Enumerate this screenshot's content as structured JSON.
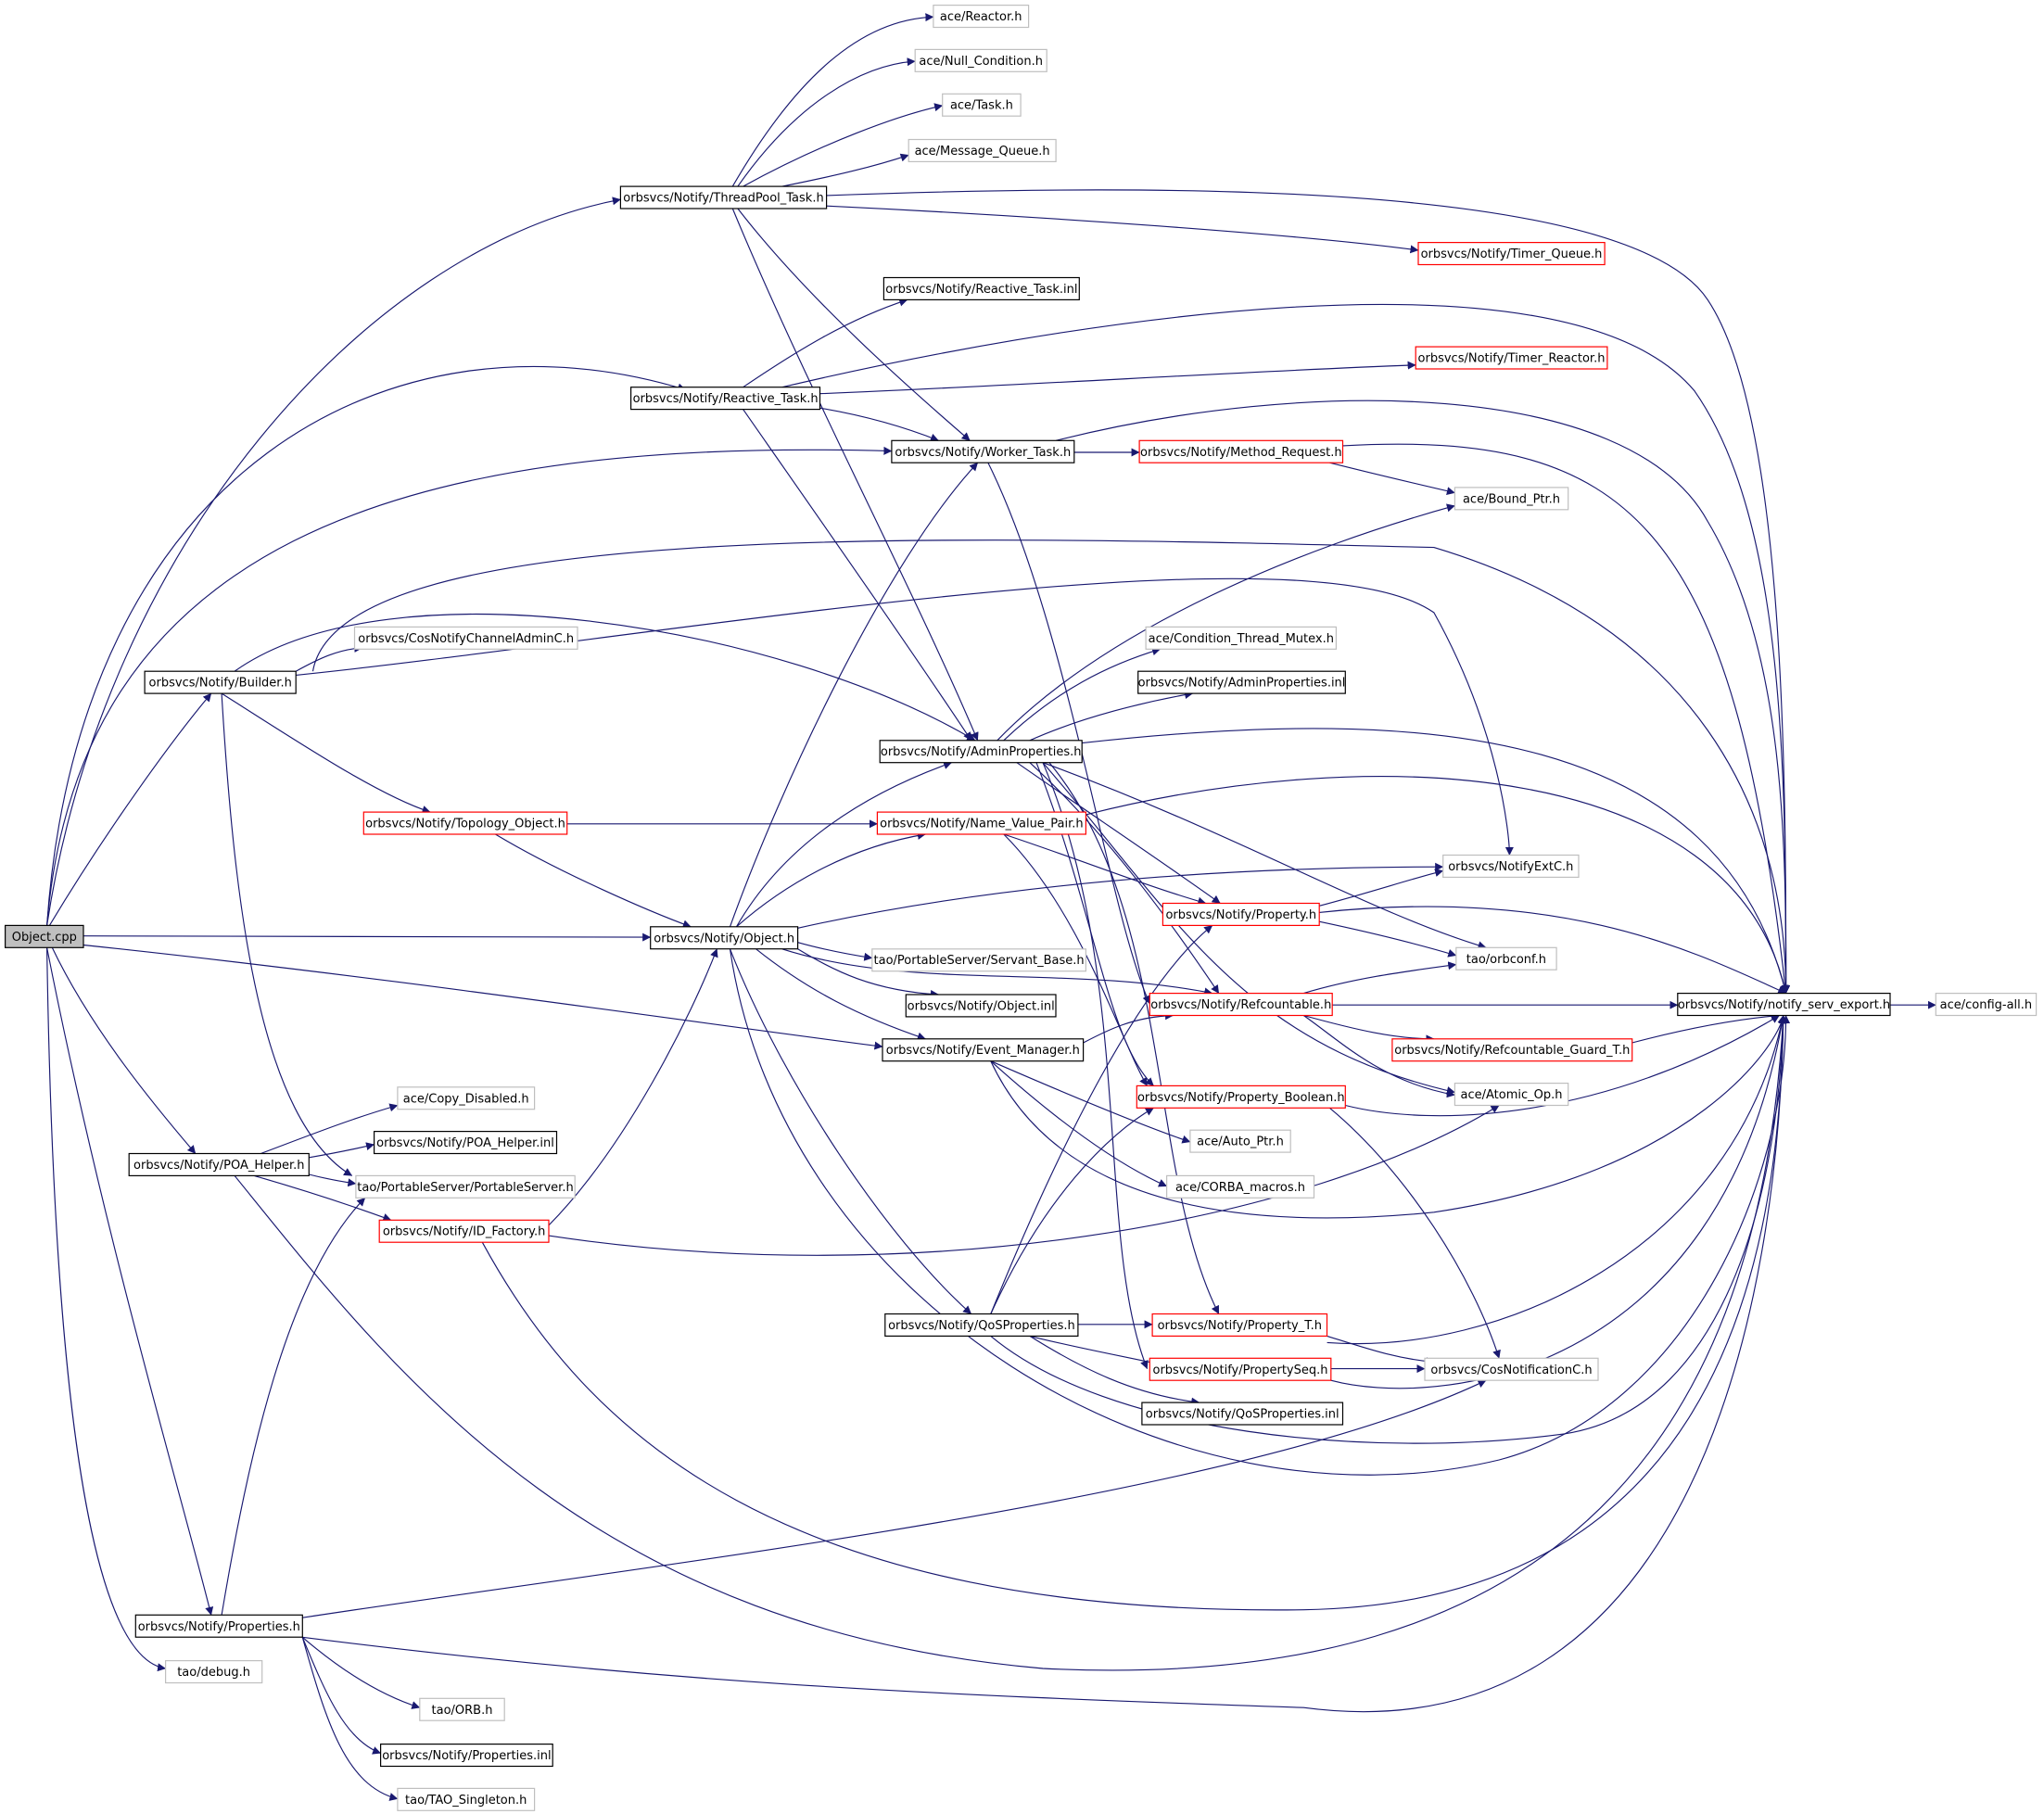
{
  "colors": {
    "edge": "#191970",
    "border_header": "#000000",
    "border_truncated": "#ff0000",
    "border_external": "#bfbfbf",
    "fill_root": "#bfbfbf",
    "fill_node": "#ffffff"
  },
  "nodes": [
    {
      "id": "object_cpp",
      "label": "Object.cpp",
      "kind": "root"
    },
    {
      "id": "threadpool_task_h",
      "label": "orbsvcs/Notify/ThreadPool_Task.h",
      "kind": "header"
    },
    {
      "id": "reactor_h",
      "label": "ace/Reactor.h",
      "kind": "external"
    },
    {
      "id": "null_condition_h",
      "label": "ace/Null_Condition.h",
      "kind": "external"
    },
    {
      "id": "task_h",
      "label": "ace/Task.h",
      "kind": "external"
    },
    {
      "id": "message_queue_h",
      "label": "ace/Message_Queue.h",
      "kind": "external"
    },
    {
      "id": "timer_queue_h",
      "label": "orbsvcs/Notify/Timer_Queue.h",
      "kind": "truncated"
    },
    {
      "id": "reactive_task_inl",
      "label": "orbsvcs/Notify/Reactive_Task.inl",
      "kind": "header"
    },
    {
      "id": "reactive_task_h",
      "label": "orbsvcs/Notify/Reactive_Task.h",
      "kind": "header"
    },
    {
      "id": "timer_reactor_h",
      "label": "orbsvcs/Notify/Timer_Reactor.h",
      "kind": "truncated"
    },
    {
      "id": "worker_task_h",
      "label": "orbsvcs/Notify/Worker_Task.h",
      "kind": "header"
    },
    {
      "id": "method_request_h",
      "label": "orbsvcs/Notify/Method_Request.h",
      "kind": "truncated"
    },
    {
      "id": "bound_ptr_h",
      "label": "ace/Bound_Ptr.h",
      "kind": "external"
    },
    {
      "id": "cosnotifychanneladminc_h",
      "label": "orbsvcs/CosNotifyChannelAdminC.h",
      "kind": "external"
    },
    {
      "id": "builder_h",
      "label": "orbsvcs/Notify/Builder.h",
      "kind": "header"
    },
    {
      "id": "condition_thread_mutex_h",
      "label": "ace/Condition_Thread_Mutex.h",
      "kind": "external"
    },
    {
      "id": "adminproperties_inl",
      "label": "orbsvcs/Notify/AdminProperties.inl",
      "kind": "header"
    },
    {
      "id": "adminproperties_h",
      "label": "orbsvcs/Notify/AdminProperties.h",
      "kind": "header"
    },
    {
      "id": "topology_object_h",
      "label": "orbsvcs/Notify/Topology_Object.h",
      "kind": "truncated"
    },
    {
      "id": "name_value_pair_h",
      "label": "orbsvcs/Notify/Name_Value_Pair.h",
      "kind": "truncated"
    },
    {
      "id": "notifyextc_h",
      "label": "orbsvcs/NotifyExtC.h",
      "kind": "external"
    },
    {
      "id": "property_h",
      "label": "orbsvcs/Notify/Property.h",
      "kind": "truncated"
    },
    {
      "id": "object_h",
      "label": "orbsvcs/Notify/Object.h",
      "kind": "header"
    },
    {
      "id": "servant_base_h",
      "label": "tao/PortableServer/Servant_Base.h",
      "kind": "external"
    },
    {
      "id": "orbconf_h",
      "label": "tao/orbconf.h",
      "kind": "external"
    },
    {
      "id": "object_inl",
      "label": "orbsvcs/Notify/Object.inl",
      "kind": "header"
    },
    {
      "id": "refcountable_h",
      "label": "orbsvcs/Notify/Refcountable.h",
      "kind": "truncated"
    },
    {
      "id": "notify_serv_export_h",
      "label": "orbsvcs/Notify/notify_serv_export.h",
      "kind": "header"
    },
    {
      "id": "config_all_h",
      "label": "ace/config-all.h",
      "kind": "external"
    },
    {
      "id": "event_manager_h",
      "label": "orbsvcs/Notify/Event_Manager.h",
      "kind": "header"
    },
    {
      "id": "refcountable_guard_t_h",
      "label": "orbsvcs/Notify/Refcountable_Guard_T.h",
      "kind": "truncated"
    },
    {
      "id": "copy_disabled_h",
      "label": "ace/Copy_Disabled.h",
      "kind": "external"
    },
    {
      "id": "atomic_op_h",
      "label": "ace/Atomic_Op.h",
      "kind": "external"
    },
    {
      "id": "property_boolean_h",
      "label": "orbsvcs/Notify/Property_Boolean.h",
      "kind": "truncated"
    },
    {
      "id": "poa_helper_inl",
      "label": "orbsvcs/Notify/POA_Helper.inl",
      "kind": "header"
    },
    {
      "id": "auto_ptr_h",
      "label": "ace/Auto_Ptr.h",
      "kind": "external"
    },
    {
      "id": "poa_helper_h",
      "label": "orbsvcs/Notify/POA_Helper.h",
      "kind": "header"
    },
    {
      "id": "portableserver_h",
      "label": "tao/PortableServer/PortableServer.h",
      "kind": "external"
    },
    {
      "id": "corba_macros_h",
      "label": "ace/CORBA_macros.h",
      "kind": "external"
    },
    {
      "id": "id_factory_h",
      "label": "orbsvcs/Notify/ID_Factory.h",
      "kind": "truncated"
    },
    {
      "id": "qosproperties_h",
      "label": "orbsvcs/Notify/QoSProperties.h",
      "kind": "header"
    },
    {
      "id": "property_t_h",
      "label": "orbsvcs/Notify/Property_T.h",
      "kind": "truncated"
    },
    {
      "id": "propertyseq_h",
      "label": "orbsvcs/Notify/PropertySeq.h",
      "kind": "truncated"
    },
    {
      "id": "cosnotificationc_h",
      "label": "orbsvcs/CosNotificationC.h",
      "kind": "external"
    },
    {
      "id": "qosproperties_inl",
      "label": "orbsvcs/Notify/QoSProperties.inl",
      "kind": "header"
    },
    {
      "id": "properties_h",
      "label": "orbsvcs/Notify/Properties.h",
      "kind": "header"
    },
    {
      "id": "debug_h",
      "label": "tao/debug.h",
      "kind": "external"
    },
    {
      "id": "orb_h",
      "label": "tao/ORB.h",
      "kind": "external"
    },
    {
      "id": "properties_inl",
      "label": "orbsvcs/Notify/Properties.inl",
      "kind": "header"
    },
    {
      "id": "tao_singleton_h",
      "label": "tao/TAO_Singleton.h",
      "kind": "external"
    }
  ],
  "edges": [
    {
      "from": "object_cpp",
      "to": "threadpool_task_h"
    },
    {
      "from": "object_cpp",
      "to": "reactive_task_h"
    },
    {
      "from": "object_cpp",
      "to": "worker_task_h"
    },
    {
      "from": "object_cpp",
      "to": "builder_h"
    },
    {
      "from": "object_cpp",
      "to": "object_h"
    },
    {
      "from": "object_cpp",
      "to": "event_manager_h"
    },
    {
      "from": "object_cpp",
      "to": "poa_helper_h"
    },
    {
      "from": "object_cpp",
      "to": "properties_h"
    },
    {
      "from": "object_cpp",
      "to": "debug_h"
    },
    {
      "from": "threadpool_task_h",
      "to": "reactor_h"
    },
    {
      "from": "threadpool_task_h",
      "to": "null_condition_h"
    },
    {
      "from": "threadpool_task_h",
      "to": "task_h"
    },
    {
      "from": "threadpool_task_h",
      "to": "message_queue_h"
    },
    {
      "from": "threadpool_task_h",
      "to": "timer_queue_h"
    },
    {
      "from": "threadpool_task_h",
      "to": "notify_serv_export_h"
    },
    {
      "from": "threadpool_task_h",
      "to": "worker_task_h"
    },
    {
      "from": "threadpool_task_h",
      "to": "adminproperties_h"
    },
    {
      "from": "reactive_task_h",
      "to": "reactive_task_inl"
    },
    {
      "from": "reactive_task_h",
      "to": "timer_reactor_h"
    },
    {
      "from": "reactive_task_h",
      "to": "notify_serv_export_h"
    },
    {
      "from": "reactive_task_h",
      "to": "worker_task_h"
    },
    {
      "from": "reactive_task_h",
      "to": "adminproperties_h"
    },
    {
      "from": "worker_task_h",
      "to": "method_request_h"
    },
    {
      "from": "worker_task_h",
      "to": "notify_serv_export_h"
    },
    {
      "from": "worker_task_h",
      "to": "refcountable_h"
    },
    {
      "from": "method_request_h",
      "to": "bound_ptr_h"
    },
    {
      "from": "method_request_h",
      "to": "notify_serv_export_h"
    },
    {
      "from": "builder_h",
      "to": "cosnotifychanneladminc_h"
    },
    {
      "from": "builder_h",
      "to": "notifyextc_h"
    },
    {
      "from": "builder_h",
      "to": "notify_serv_export_h"
    },
    {
      "from": "builder_h",
      "to": "adminproperties_h"
    },
    {
      "from": "builder_h",
      "to": "topology_object_h"
    },
    {
      "from": "builder_h",
      "to": "portableserver_h"
    },
    {
      "from": "adminproperties_h",
      "to": "condition_thread_mutex_h"
    },
    {
      "from": "adminproperties_h",
      "to": "adminproperties_inl"
    },
    {
      "from": "adminproperties_h",
      "to": "bound_ptr_h"
    },
    {
      "from": "adminproperties_h",
      "to": "notify_serv_export_h"
    },
    {
      "from": "adminproperties_h",
      "to": "property_h"
    },
    {
      "from": "adminproperties_h",
      "to": "orbconf_h"
    },
    {
      "from": "adminproperties_h",
      "to": "refcountable_h"
    },
    {
      "from": "adminproperties_h",
      "to": "atomic_op_h"
    },
    {
      "from": "adminproperties_h",
      "to": "property_boolean_h"
    },
    {
      "from": "adminproperties_h",
      "to": "property_t_h"
    },
    {
      "from": "adminproperties_h",
      "to": "propertyseq_h"
    },
    {
      "from": "topology_object_h",
      "to": "name_value_pair_h"
    },
    {
      "from": "topology_object_h",
      "to": "object_h"
    },
    {
      "from": "name_value_pair_h",
      "to": "property_h"
    },
    {
      "from": "name_value_pair_h",
      "to": "notify_serv_export_h"
    },
    {
      "from": "name_value_pair_h",
      "to": "property_boolean_h"
    },
    {
      "from": "property_h",
      "to": "notifyextc_h"
    },
    {
      "from": "property_h",
      "to": "orbconf_h"
    },
    {
      "from": "property_h",
      "to": "notify_serv_export_h"
    },
    {
      "from": "object_h",
      "to": "worker_task_h"
    },
    {
      "from": "object_h",
      "to": "adminproperties_h"
    },
    {
      "from": "object_h",
      "to": "name_value_pair_h"
    },
    {
      "from": "object_h",
      "to": "notifyextc_h"
    },
    {
      "from": "object_h",
      "to": "servant_base_h"
    },
    {
      "from": "object_h",
      "to": "object_inl"
    },
    {
      "from": "object_h",
      "to": "refcountable_h"
    },
    {
      "from": "object_h",
      "to": "event_manager_h"
    },
    {
      "from": "object_h",
      "to": "qosproperties_h"
    },
    {
      "from": "object_h",
      "to": "notify_serv_export_h"
    },
    {
      "from": "refcountable_h",
      "to": "orbconf_h"
    },
    {
      "from": "refcountable_h",
      "to": "notify_serv_export_h"
    },
    {
      "from": "refcountable_h",
      "to": "refcountable_guard_t_h"
    },
    {
      "from": "refcountable_h",
      "to": "atomic_op_h"
    },
    {
      "from": "refcountable_guard_t_h",
      "to": "notify_serv_export_h"
    },
    {
      "from": "notify_serv_export_h",
      "to": "config_all_h"
    },
    {
      "from": "event_manager_h",
      "to": "refcountable_h"
    },
    {
      "from": "event_manager_h",
      "to": "auto_ptr_h"
    },
    {
      "from": "event_manager_h",
      "to": "corba_macros_h"
    },
    {
      "from": "event_manager_h",
      "to": "notify_serv_export_h"
    },
    {
      "from": "property_boolean_h",
      "to": "notify_serv_export_h"
    },
    {
      "from": "property_boolean_h",
      "to": "cosnotificationc_h"
    },
    {
      "from": "poa_helper_h",
      "to": "copy_disabled_h"
    },
    {
      "from": "poa_helper_h",
      "to": "poa_helper_inl"
    },
    {
      "from": "poa_helper_h",
      "to": "portableserver_h"
    },
    {
      "from": "poa_helper_h",
      "to": "id_factory_h"
    },
    {
      "from": "poa_helper_h",
      "to": "notify_serv_export_h"
    },
    {
      "from": "id_factory_h",
      "to": "object_h"
    },
    {
      "from": "id_factory_h",
      "to": "atomic_op_h"
    },
    {
      "from": "id_factory_h",
      "to": "notify_serv_export_h"
    },
    {
      "from": "qosproperties_h",
      "to": "property_h"
    },
    {
      "from": "qosproperties_h",
      "to": "property_boolean_h"
    },
    {
      "from": "qosproperties_h",
      "to": "property_t_h"
    },
    {
      "from": "qosproperties_h",
      "to": "propertyseq_h"
    },
    {
      "from": "qosproperties_h",
      "to": "qosproperties_inl"
    },
    {
      "from": "qosproperties_h",
      "to": "notify_serv_export_h"
    },
    {
      "from": "property_t_h",
      "to": "notify_serv_export_h"
    },
    {
      "from": "property_t_h",
      "to": "cosnotificationc_h"
    },
    {
      "from": "propertyseq_h",
      "to": "cosnotificationc_h"
    },
    {
      "from": "propertyseq_h",
      "to": "notify_serv_export_h"
    },
    {
      "from": "properties_h",
      "to": "portableserver_h"
    },
    {
      "from": "properties_h",
      "to": "cosnotificationc_h"
    },
    {
      "from": "properties_h",
      "to": "orb_h"
    },
    {
      "from": "properties_h",
      "to": "properties_inl"
    },
    {
      "from": "properties_h",
      "to": "tao_singleton_h"
    },
    {
      "from": "properties_h",
      "to": "notify_serv_export_h"
    }
  ]
}
